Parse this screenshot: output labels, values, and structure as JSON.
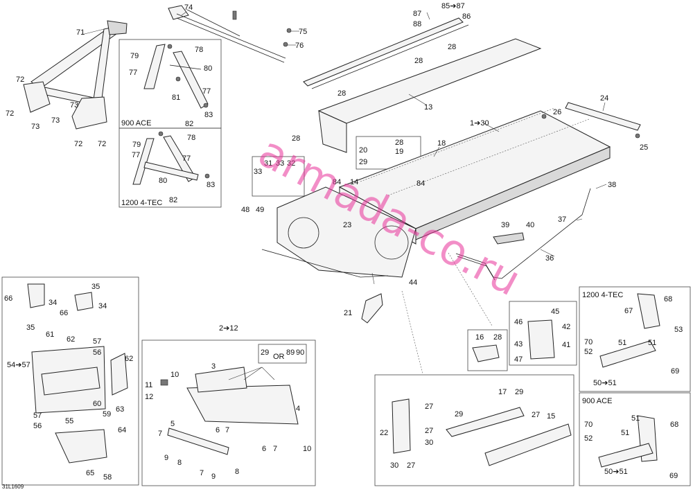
{
  "diagram": {
    "ref_code": "31L1609",
    "watermark": "armada-co.ru",
    "accent_color": "#e8339a",
    "sub_labels": {
      "a": "900 ACE",
      "b": "1200 4-TEC",
      "c": "1200 4-TEC",
      "d": "900 ACE",
      "or": "OR"
    },
    "callouts": {
      "c1": "74",
      "c2": "71",
      "c3": "75",
      "c4": "76",
      "c5": "72",
      "c6": "72",
      "c7": "72",
      "c8": "72",
      "c9": "73",
      "c10": "73",
      "c11": "73",
      "c12": "79",
      "c13": "78",
      "c14": "77",
      "c15": "80",
      "c16": "77",
      "c17": "81",
      "c18": "82",
      "c19": "83",
      "c20": "79",
      "c21": "78",
      "c22": "77",
      "c23": "77",
      "c24": "80",
      "c25": "83",
      "c26": "82",
      "c27": "87",
      "c28": "88",
      "c29": "85➔87",
      "c30": "86",
      "c31": "28",
      "c32": "28",
      "c33": "28",
      "c34": "28",
      "c35": "13",
      "c36": "24",
      "c37": "26",
      "c38": "25",
      "c39": "1➔30",
      "c40": "18",
      "c41": "20",
      "c42": "29",
      "c43": "28",
      "c44": "19",
      "c45": "84",
      "c46": "14",
      "c47": "84",
      "c48": "33",
      "c49": "31",
      "c50": "33",
      "c51": "32",
      "c52": "48",
      "c53": "49",
      "c54": "23",
      "c55": "38",
      "c56": "37",
      "c57": "39",
      "c58": "40",
      "c59": "36",
      "c60": "44",
      "c61": "21",
      "c62": "35",
      "c63": "66",
      "c64": "34",
      "c65": "66",
      "c66": "34",
      "c67": "35",
      "c68": "61",
      "c69": "62",
      "c70": "57",
      "c71": "56",
      "c72": "54➔57",
      "c73": "62",
      "c74": "63",
      "c75": "60",
      "c76": "59",
      "c77": "57",
      "c78": "56",
      "c79": "55",
      "c80": "64",
      "c81": "65",
      "c82": "58",
      "c83": "2➔12",
      "c84": "29",
      "c85": "89",
      "c86": "90",
      "c87": "3",
      "c88": "4",
      "c89": "10",
      "c90": "11",
      "c91": "12",
      "c92": "5",
      "c93": "7",
      "c94": "6",
      "c95": "7",
      "c96": "9",
      "c97": "8",
      "c98": "6",
      "c99": "7",
      "c100": "10",
      "c101": "7",
      "c102": "9",
      "c103": "8",
      "c104": "16",
      "c105": "28",
      "c106": "45",
      "c107": "46",
      "c108": "42",
      "c109": "43",
      "c110": "41",
      "c111": "47",
      "c112": "68",
      "c113": "67",
      "c114": "53",
      "c115": "70",
      "c116": "51",
      "c117": "51",
      "c118": "52",
      "c119": "69",
      "c120": "50➔51",
      "c121": "17",
      "c122": "29",
      "c123": "27",
      "c124": "22",
      "c125": "29",
      "c126": "27",
      "c127": "15",
      "c128": "30",
      "c129": "27",
      "c130": "30",
      "c131": "27",
      "c132": "51",
      "c133": "68",
      "c134": "70",
      "c135": "51",
      "c136": "52",
      "c137": "69",
      "c138": "50➔51"
    }
  }
}
